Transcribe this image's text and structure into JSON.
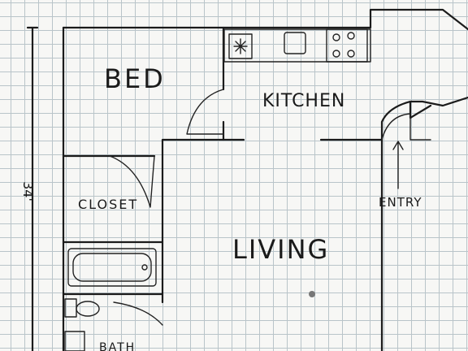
{
  "plan": {
    "labels": {
      "bed": "BED",
      "kitchen": "KITCHEN",
      "closet": "CLOSET",
      "living": "LIVING",
      "entry": "ENTRY",
      "dimension": "34'",
      "bath": "BATH"
    }
  },
  "colors": {
    "ink": "#1b1b1b",
    "grid": "#b9c4c9",
    "paper": "#f7f7f5"
  }
}
